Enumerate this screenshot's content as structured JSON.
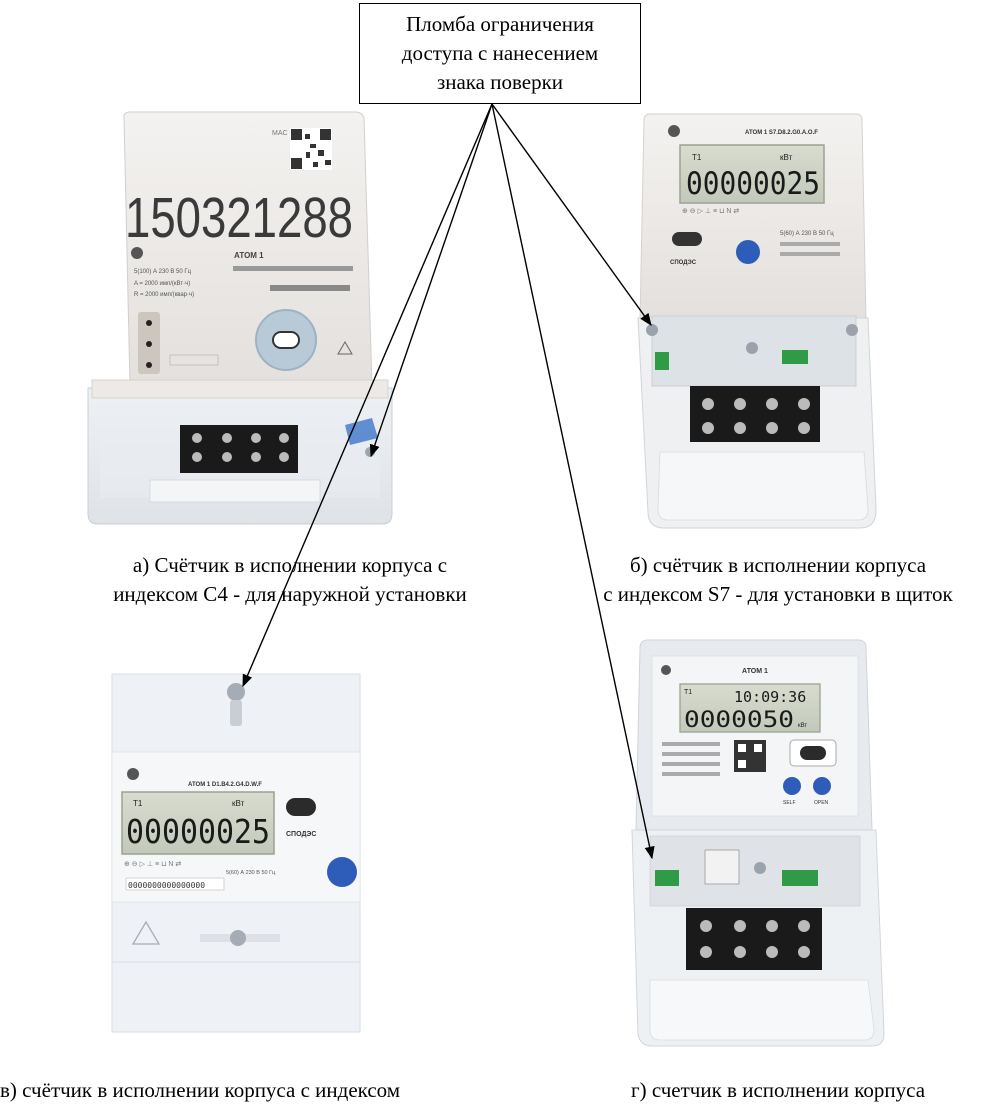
{
  "callout": {
    "line1": "Пломба ограничения",
    "line2": "доступа с нанесением",
    "line3": "знака поверки"
  },
  "captions": {
    "a_line1": "а) Счётчик в исполнении корпуса с",
    "a_line2": "индексом C4 - для наружной установки",
    "b_line1": "б) счётчик в исполнении корпуса",
    "b_line2": "с индексом S7 - для установки в щиток",
    "c_line1": "в) счётчик в исполнении корпуса с индексом",
    "d_line1": "г) счетчик в исполнении корпуса"
  },
  "meter_a": {
    "serial": "150321288",
    "brand": "АТОМ 1",
    "mac_label": "MAC",
    "spec1": "5(100) А   230 В   50 Гц",
    "spec2": "A = 2000 имп/(кВт·ч)",
    "spec3": "R = 2000 имп/(квар·ч)"
  },
  "meter_b": {
    "brand": "АТОМ 1 S7.D8.2.G0.A.O.F",
    "tariff": "T1",
    "unit": "кВт",
    "reading": "00000025",
    "logo": "СПОДЭС",
    "spec": "5(60) А  230 В  50 Гц"
  },
  "meter_c": {
    "brand": "АТОМ 1 D1.B4.2.G4.D.W.F",
    "tariff": "T1",
    "unit": "кВт",
    "reading": "00000025",
    "logo": "СПОДЭС",
    "spec": "5(60) А   230 В   50 Гц",
    "serial": "0000000000000000"
  },
  "meter_d": {
    "brand": "АТОМ 1",
    "tariff": "T1",
    "time": "10:09:36",
    "reading": "0000050",
    "unit": "кВт",
    "btn1": "SELF",
    "btn2": "OPEN"
  }
}
